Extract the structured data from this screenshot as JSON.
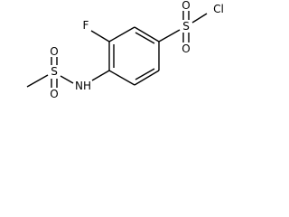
{
  "molecule": {
    "atoms": {
      "fluorine": "F",
      "chlorine": "Cl",
      "sulfonyl_sulfur": "S",
      "sulfonyl_oxygen_top": "O",
      "sulfonyl_oxygen_bottom": "O",
      "amine": "NH",
      "mesyl_sulfur": "S",
      "mesyl_oxygen_top": "O",
      "mesyl_oxygen_bottom": "O"
    }
  }
}
